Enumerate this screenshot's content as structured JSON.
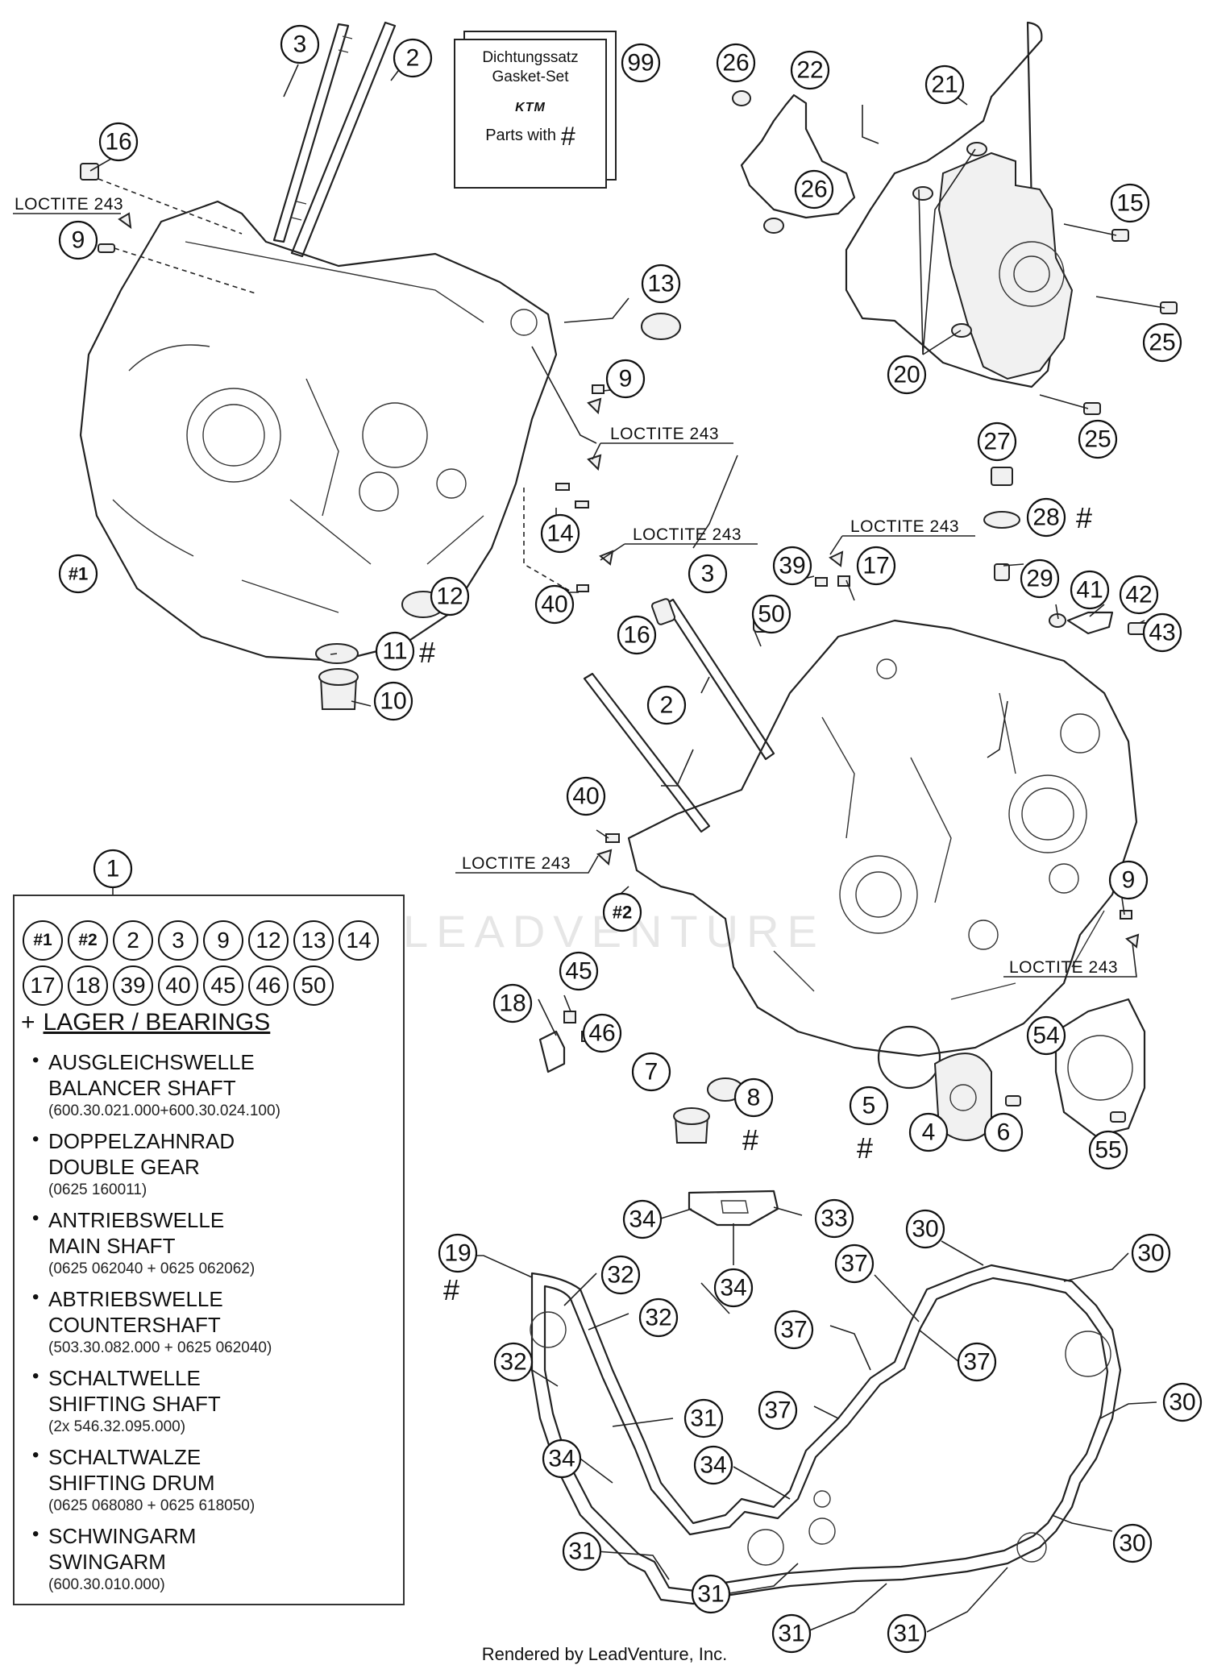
{
  "gasket_set": {
    "label_de": "Dichtungssatz",
    "label_en": "Gasket-Set",
    "logo": "KTM",
    "parts_label": "Parts with",
    "parts_symbol": "#"
  },
  "adhesive_note": "LOCTITE 243",
  "hash_symbol": "#",
  "watermark": "LEADVENTURE",
  "footer": "Rendered by LeadVenture, Inc.",
  "callouts": {
    "c99": "99",
    "c3a": "3",
    "c2a": "2",
    "c16a": "16",
    "c9a": "9",
    "c13": "13",
    "c9b": "9",
    "c14": "14",
    "c40a": "40",
    "c12": "12",
    "c11": "11",
    "c10": "10",
    "h1": "#1",
    "c26a": "26",
    "c22": "22",
    "c26b": "26",
    "c21": "21",
    "c15": "15",
    "c25a": "25",
    "c20": "20",
    "c25b": "25",
    "c27": "27",
    "c28": "28",
    "c29": "29",
    "c41": "41",
    "c42": "42",
    "c43": "43",
    "c39": "39",
    "c17": "17",
    "c3b": "3",
    "c50": "50",
    "c16b": "16",
    "c2b": "2",
    "c40b": "40",
    "h2": "#2",
    "c9c": "9",
    "c45": "45",
    "c18": "18",
    "c46": "46",
    "c7": "7",
    "c8": "8",
    "c5": "5",
    "c4": "4",
    "c6": "6",
    "c54": "54",
    "c55": "55",
    "c1": "1",
    "c34a": "34",
    "c33": "33",
    "c34b": "34",
    "c19": "19",
    "c32a": "32",
    "c32b": "32",
    "c32c": "32",
    "c30a": "30",
    "c30b": "30",
    "c37a": "37",
    "c37b": "37",
    "c37c": "37",
    "c37d": "37",
    "c30c": "30",
    "c31a": "31",
    "c34c": "34",
    "c34d": "34",
    "c30d": "30",
    "c31b": "31",
    "c31c": "31",
    "c31d": "31",
    "c31e": "31"
  },
  "bearing_kit": {
    "row1": [
      "#1",
      "#2",
      "2",
      "3",
      "9",
      "12",
      "13",
      "14"
    ],
    "row2": [
      "17",
      "18",
      "39",
      "40",
      "45",
      "46",
      "50"
    ],
    "plus": "+",
    "heading": "LAGER / BEARINGS",
    "items": [
      {
        "de": "AUSGLEICHSWELLE",
        "en": "BALANCER SHAFT",
        "pn": "(600.30.021.000+600.30.024.100)"
      },
      {
        "de": "DOPPELZAHNRAD",
        "en": "DOUBLE GEAR",
        "pn": "(0625 160011)"
      },
      {
        "de": "ANTRIEBSWELLE",
        "en": "MAIN SHAFT",
        "pn": "(0625 062040 + 0625 062062)"
      },
      {
        "de": "ABTRIEBSWELLE",
        "en": "COUNTERSHAFT",
        "pn": "(503.30.082.000 + 0625 062040)"
      },
      {
        "de": "SCHALTWELLE",
        "en": "SHIFTING SHAFT",
        "pn": "(2x 546.32.095.000)"
      },
      {
        "de": "SCHALTWALZE",
        "en": "SHIFTING DRUM",
        "pn": "(0625 068080 + 0625 618050)"
      },
      {
        "de": "SCHWINGARM",
        "en": "SWINGARM",
        "pn": "(600.30.010.000)"
      }
    ]
  }
}
